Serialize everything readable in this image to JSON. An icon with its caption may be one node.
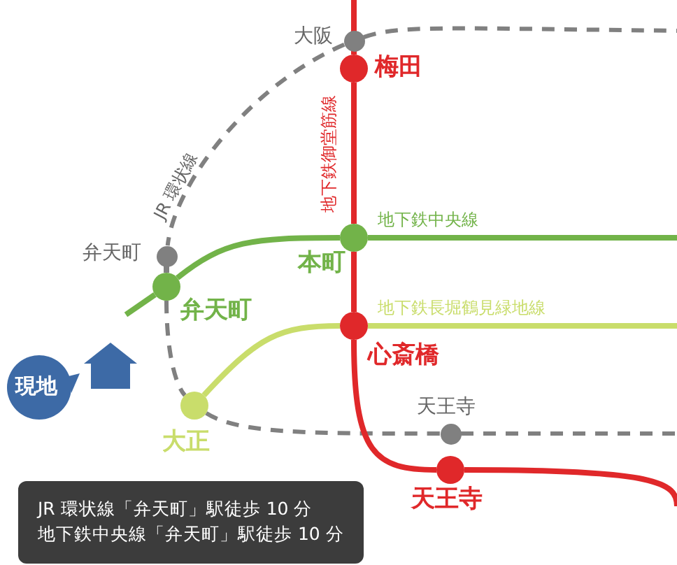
{
  "diagram": {
    "nodes": [
      {
        "text": [],
        "shape": "circle",
        "beside": [
          "大阪"
        ]
      },
      {
        "text": [],
        "shape": "circle",
        "beside": [
          "梅田"
        ]
      },
      {
        "text": [],
        "shape": "circle",
        "beside": [
          "本町"
        ]
      },
      {
        "text": [],
        "shape": "circle",
        "beside": [
          "弁天町"
        ]
      },
      {
        "text": [],
        "shape": "circle",
        "beside": [
          "弁天町"
        ]
      },
      {
        "text": [],
        "shape": "circle",
        "beside": [
          "心斎橋"
        ]
      },
      {
        "text": [],
        "shape": "circle",
        "beside": [
          "大正"
        ]
      },
      {
        "text": [],
        "shape": "circle",
        "beside": [
          "天王寺"
        ]
      },
      {
        "text": [],
        "shape": "circle",
        "beside": [
          "天王寺"
        ]
      },
      {
        "text": [
          "現地"
        ]
      },
      {
        "text": [
          "JR 環状線「弁天町」駅徒歩 10 分",
          "地下鉄中央線「弁天町」駅徒歩 10 分"
        ]
      }
    ],
    "edges": [
      {
        "from": 0,
        "to": null,
        "arrow": "none",
        "style": "dashed",
        "color": "#808080"
      },
      {
        "from": 0,
        "to": 3,
        "arrow": "none",
        "style": "dashed",
        "color": "#808080",
        "label": "JR 環状線"
      },
      {
        "from": 3,
        "to": 4,
        "arrow": "none",
        "color": "#808080"
      },
      {
        "from": 4,
        "to": 6,
        "arrow": "none",
        "style": "dashed",
        "color": "#808080"
      },
      {
        "from": 6,
        "to": 7,
        "arrow": "none",
        "style": "dashed",
        "color": "#808080"
      },
      {
        "from": 7,
        "to": null,
        "arrow": "none",
        "style": "dashed",
        "color": "#808080"
      },
      {
        "from": null,
        "to": 1,
        "arrow": "none",
        "color": "#e0282a"
      },
      {
        "from": 1,
        "to": 2,
        "arrow": "none",
        "color": "#e0282a",
        "label": "地下鉄御堂筋線"
      },
      {
        "from": 2,
        "to": 5,
        "arrow": "none",
        "color": "#e0282a"
      },
      {
        "from": 5,
        "to": 8,
        "arrow": "none",
        "color": "#e0282a"
      },
      {
        "from": 8,
        "to": null,
        "arrow": "none",
        "color": "#e0282a"
      },
      {
        "from": null,
        "to": 4,
        "arrow": "none",
        "color": "#72b349"
      },
      {
        "from": 4,
        "to": 2,
        "arrow": "none",
        "color": "#72b349"
      },
      {
        "from": 2,
        "to": null,
        "arrow": "none",
        "color": "#72b349",
        "label": "地下鉄中央線"
      },
      {
        "from": 6,
        "to": 5,
        "arrow": "none",
        "color": "#c9dd6b"
      },
      {
        "from": 5,
        "to": null,
        "arrow": "none",
        "color": "#c9dd6b",
        "label": "地下鉄長堀鶴見緑地線"
      }
    ]
  }
}
